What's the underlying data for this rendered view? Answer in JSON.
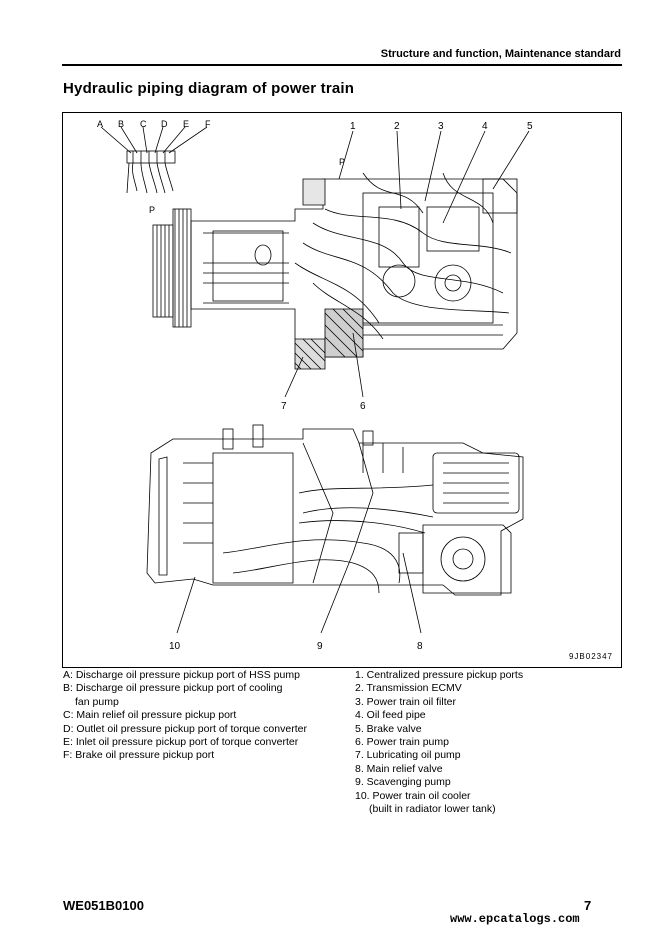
{
  "header": {
    "section_title": "Structure and function, Maintenance standard"
  },
  "page_title": "Hydraulic piping diagram of power train",
  "figure": {
    "code": "9JB02347",
    "top_letters": [
      "A",
      "B",
      "C",
      "D",
      "E",
      "F"
    ],
    "top_numbers": [
      "1",
      "2",
      "3",
      "4",
      "5"
    ],
    "mid_numbers": [
      "7",
      "6"
    ],
    "bottom_numbers": [
      "10",
      "9",
      "8"
    ],
    "view_label": "P"
  },
  "legend_left": [
    "A: Discharge oil pressure pickup port of HSS pump",
    "B: Discharge oil pressure pickup port of cooling",
    "fan pump",
    "C: Main relief oil pressure pickup port",
    "D: Outlet oil pressure pickup port of torque converter",
    "E: Inlet oil pressure pickup port of torque converter",
    "F: Brake oil pressure pickup port"
  ],
  "legend_right": [
    "1. Centralized pressure pickup ports",
    "2. Transmission ECMV",
    "3. Power train oil filter",
    "4. Oil feed pipe",
    "5. Brake valve",
    "6. Power train pump",
    "7. Lubricating oil pump",
    "8. Main relief valve",
    "9. Scavenging pump",
    "10. Power train oil cooler",
    "(built in radiator lower tank)"
  ],
  "footer": {
    "code": "WE051B0100",
    "page": "7"
  },
  "watermark": "www.epcatalogs.com"
}
